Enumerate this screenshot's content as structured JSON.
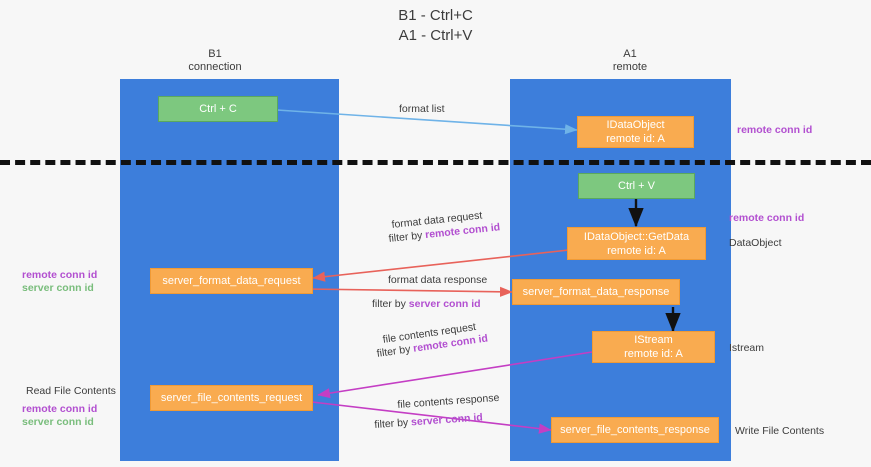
{
  "diagram": {
    "title": "B1 - Ctrl+C\nA1 - Ctrl+V",
    "background_color": "#f7f7f7",
    "lane_color": "#3d7edb",
    "green_box_color": "#7dc87f",
    "orange_box_color": "#f9ab50",
    "purple_accent": "#b24fd0",
    "green_accent": "#79bd7c",
    "divider": {
      "name": "clipboard-boundary-divider",
      "style": "dashed",
      "color": "#111111"
    },
    "lanes": [
      {
        "id": "b1",
        "header": "B1\nconnection"
      },
      {
        "id": "a1",
        "header": "A1\nremote"
      }
    ],
    "nodes": [
      {
        "id": "ctrl-c",
        "lane": "b1",
        "kind": "green",
        "line1": "Ctrl + C",
        "line2": ""
      },
      {
        "id": "idataobject-new",
        "lane": "a1",
        "kind": "orange",
        "line1": "IDataObject",
        "line2": "remote id: A"
      },
      {
        "id": "ctrl-v",
        "lane": "a1",
        "kind": "green",
        "line1": "Ctrl + V",
        "line2": ""
      },
      {
        "id": "getdata",
        "lane": "a1",
        "kind": "orange",
        "line1": "IDataObject::GetData",
        "line2": "remote id: A"
      },
      {
        "id": "fmt-request",
        "lane": "b1",
        "kind": "orange",
        "line1": "server_format_data_request",
        "line2": ""
      },
      {
        "id": "fmt-response",
        "lane": "a1",
        "kind": "orange",
        "line1": "server_format_data_response",
        "line2": ""
      },
      {
        "id": "istream",
        "lane": "a1",
        "kind": "orange",
        "line1": "IStream",
        "line2": "remote id: A"
      },
      {
        "id": "file-request",
        "lane": "b1",
        "kind": "orange",
        "line1": "server_file_contents_request",
        "line2": ""
      },
      {
        "id": "file-response",
        "lane": "a1",
        "kind": "orange",
        "line1": "server_file_contents_response",
        "line2": ""
      }
    ],
    "edge_labels": [
      {
        "id": "format-list",
        "text": "format list",
        "filter_prefix": "",
        "filter_value": "",
        "color": "#6fb3e8"
      },
      {
        "id": "format-data-req",
        "text": "format data request",
        "filter_prefix": "filter by ",
        "filter_value": "remote conn id",
        "color": "#e8625a"
      },
      {
        "id": "format-data-resp",
        "text": "format data response",
        "filter_prefix": "filter by ",
        "filter_value": "server conn id",
        "color": "#e8625a"
      },
      {
        "id": "file-contents-req",
        "text": "file contents request",
        "filter_prefix": "filter by ",
        "filter_value": "remote conn id",
        "color": "#c43ec4"
      },
      {
        "id": "file-contents-resp",
        "text": "file contents response",
        "filter_prefix": "filter by ",
        "filter_value": "server conn id",
        "color": "#c43ec4"
      }
    ],
    "annotations_right": [
      {
        "id": "ann-remote-1",
        "text": "remote conn id",
        "style": "purple"
      },
      {
        "id": "ann-remote-2",
        "text": "remote conn id",
        "style": "purple"
      },
      {
        "id": "ann-dataobject",
        "text": "DataObject",
        "style": "dark"
      },
      {
        "id": "ann-istream",
        "text": "Istream",
        "style": "dark"
      },
      {
        "id": "ann-write",
        "text": "Write File Contents",
        "style": "dark"
      }
    ],
    "annotations_left": [
      {
        "id": "ann-left-remote",
        "text": "remote conn id",
        "style": "purple"
      },
      {
        "id": "ann-left-server",
        "text": "server conn id",
        "style": "green"
      },
      {
        "id": "ann-read",
        "text": "Read File Contents",
        "style": "dark"
      },
      {
        "id": "ann-left-remote-2",
        "text": "remote conn id",
        "style": "purple"
      },
      {
        "id": "ann-left-server-2",
        "text": "server conn id",
        "style": "green"
      }
    ]
  }
}
